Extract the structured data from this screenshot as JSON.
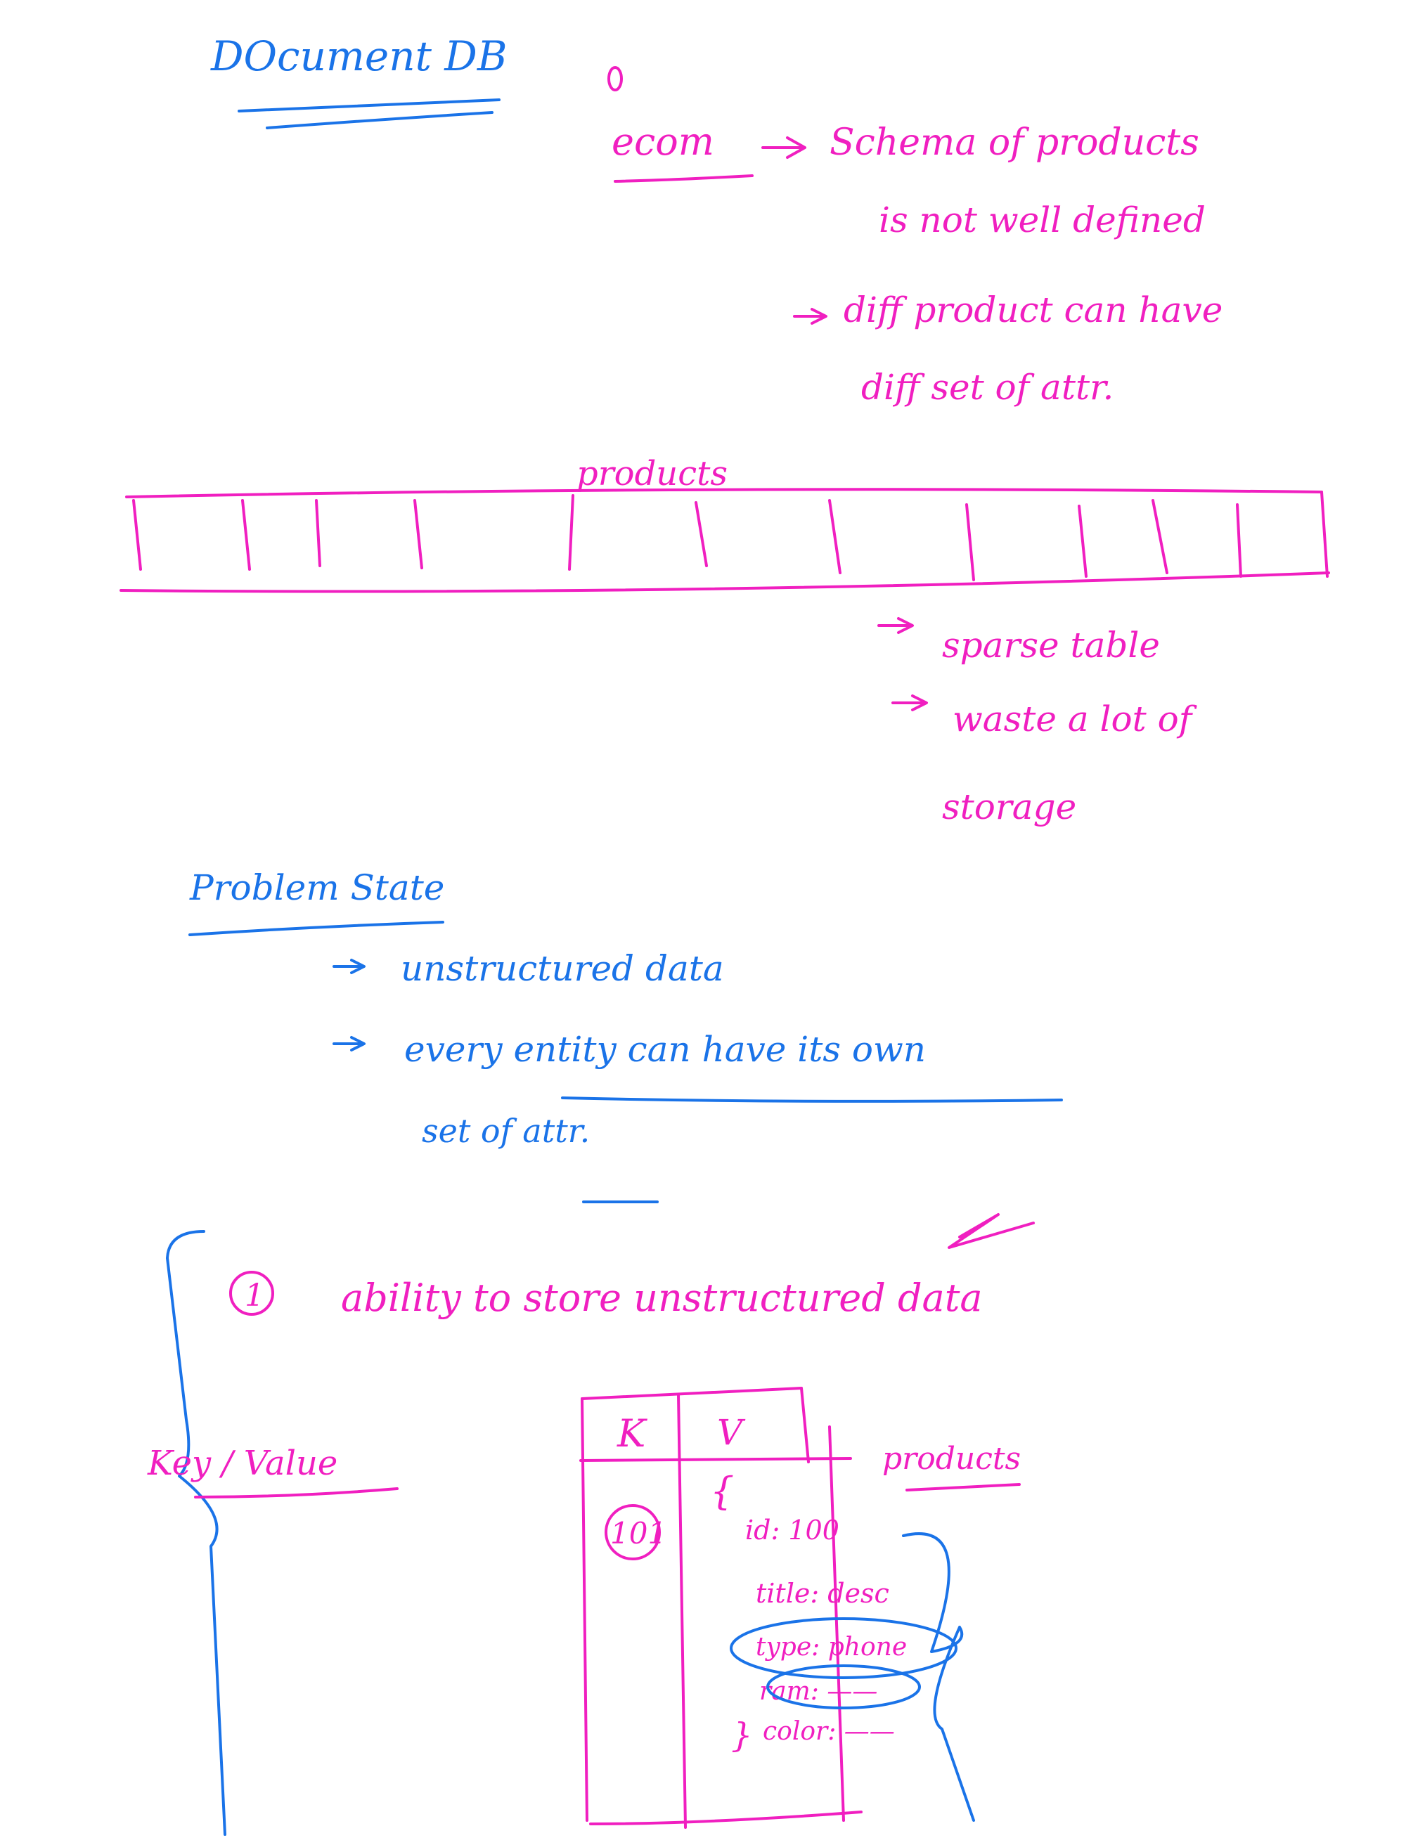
{
  "title": "DOcument DB",
  "ecom": {
    "label": "ecom",
    "point1_line1": "Schema of products",
    "point1_line2": "is not well defined",
    "point2_line1": "diff product can have",
    "point2_line2": "diff set of attr."
  },
  "products_table": {
    "label": "products",
    "notes": [
      "sparse table",
      "waste a lot of",
      "storage"
    ]
  },
  "problem": {
    "heading": "Problem State",
    "points": [
      "unstructured data",
      "every entity can have its own",
      "set of attr."
    ]
  },
  "requirement": {
    "number": "1",
    "text": "ability to store unstructured data"
  },
  "kv": {
    "label": "Key / Value",
    "col_k": "K",
    "col_v": "V",
    "table_label": "products",
    "key": "101",
    "brace_open": "{",
    "brace_close": "}",
    "lines": [
      "id: 100",
      "title: desc",
      "type: phone",
      "ram: ——",
      "color: ——"
    ]
  },
  "colors": {
    "blue": "#1a73e8",
    "pink": "#f01fc0"
  }
}
